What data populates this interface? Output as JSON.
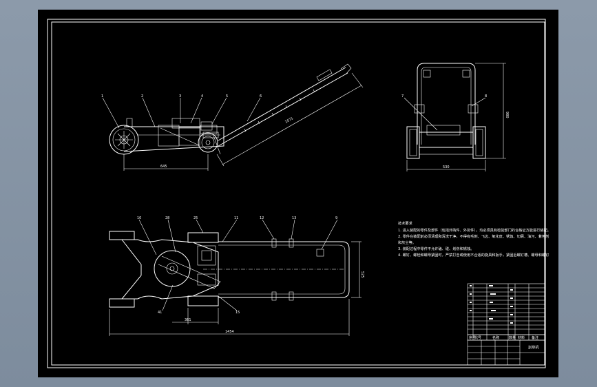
{
  "colors": {
    "background": "#8c9aaa",
    "sheet": "#000000",
    "lines": "#ffffff"
  },
  "side_view": {
    "labels": [
      "1",
      "2",
      "3",
      "4",
      "5",
      "6"
    ],
    "dimensions": {
      "length": "645",
      "handle": "1071"
    }
  },
  "front_view": {
    "labels": [
      "7",
      "8"
    ],
    "dimensions": {
      "width": "530",
      "height": "980"
    }
  },
  "top_view": {
    "labels": [
      "10",
      "28",
      "25",
      "11",
      "12",
      "13",
      "9",
      "41",
      "15"
    ],
    "dimensions": {
      "overall": "1454",
      "wheelbase": "361",
      "width": "525"
    }
  },
  "notes": {
    "title": "技术要求",
    "lines": [
      "1. 进入装配的零件及部件（包括外购件、外协件），均必须具有检验部门的合格证方能进行装配。",
      "2. 零件在装配前必须清理和清洗干净，不得有毛刺、飞边、氧化皮、锈蚀、切屑、油污、着色剂",
      "和灰尘等。",
      "3. 装配过程中零件不允许磕、碰、划伤和锈蚀。",
      "4. 螺钉、螺栓和螺母紧固时，严禁打击或使用不合适的旋具和扳手，紧固后螺钉槽、螺母和螺钉"
    ]
  },
  "title_block": {
    "drawing_name": "割草机",
    "headers": [
      "序号",
      "代号",
      "名称",
      "数量",
      "材料",
      "备注"
    ]
  }
}
